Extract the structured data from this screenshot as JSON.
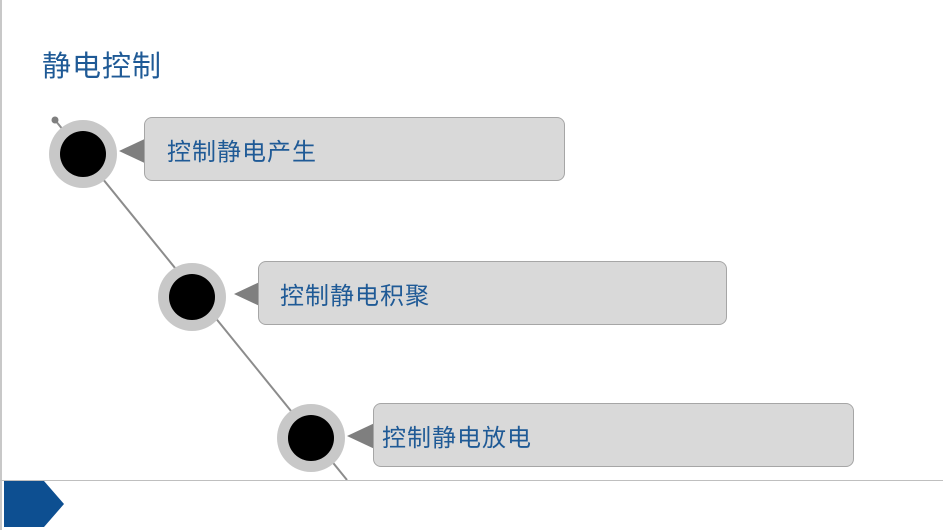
{
  "slide": {
    "title": "静电控制",
    "items": [
      {
        "label": "控制静电产生"
      },
      {
        "label": "控制静电积聚"
      },
      {
        "label": "控制静电放电"
      }
    ]
  },
  "colors": {
    "title": "#1f5a96",
    "box_fill": "#d9d9d9",
    "node_ring": "#c8c8c8",
    "node_core": "#000000",
    "pointer": "#7f7f7f",
    "footer_arrow": "#0d4f91"
  }
}
